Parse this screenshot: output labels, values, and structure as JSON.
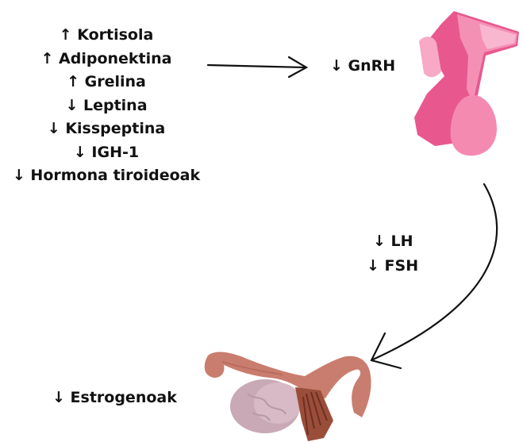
{
  "hormones": [
    "↑ Kortisola",
    "↑ Adiponektina",
    "↑ Grelina",
    "↓ Leptina",
    "↓ Kisspeptina",
    "↓ IGH-1",
    "↓ Hormona tiroideoak"
  ],
  "gnrh_label": "↓ GnRH",
  "lh_label": "↓ LH",
  "fsh_label": "↓  FSH",
  "estrogen_label": "↓ Estrogenoak",
  "icons": [
    "pituitary-gland-illustration",
    "ovary-uterus-illustration"
  ],
  "colors": {
    "pituitary_dark": "#e8588f",
    "pituitary_light": "#f590b5",
    "pituitary_pale": "#f9b7cf",
    "uterus": "#c97d6e",
    "ovary": "#c9a9b6",
    "text": "#111111"
  }
}
